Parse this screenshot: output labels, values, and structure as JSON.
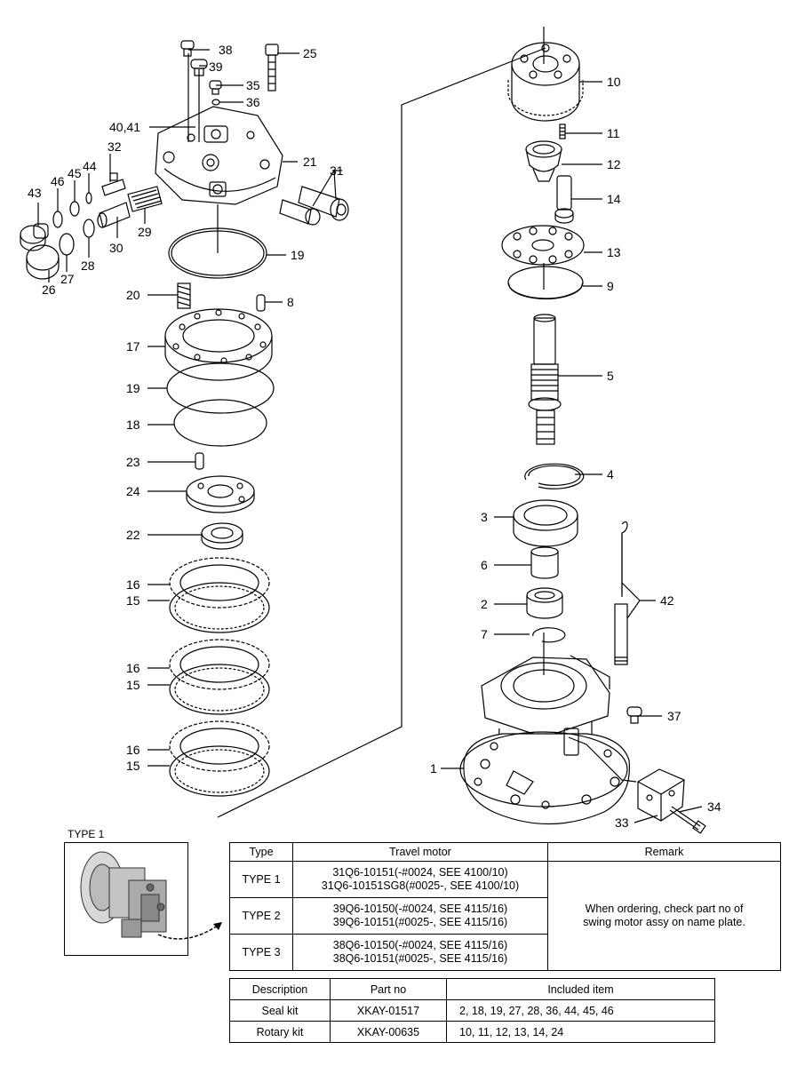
{
  "callouts": [
    "38",
    "39",
    "25",
    "35",
    "36",
    "40,41",
    "32",
    "44",
    "45",
    "46",
    "43",
    "21",
    "31",
    "30",
    "29",
    "28",
    "27",
    "26",
    "19",
    "20",
    "8",
    "17",
    "19",
    "18",
    "23",
    "24",
    "22",
    "16",
    "15",
    "16",
    "15",
    "16",
    "15",
    "10",
    "11",
    "12",
    "14",
    "13",
    "9",
    "5",
    "4",
    "3",
    "6",
    "2",
    "7",
    "42",
    "37",
    "1",
    "34",
    "33"
  ],
  "type_label": "TYPE 1",
  "type_table": {
    "headers": [
      "Type",
      "Travel motor",
      "Remark"
    ],
    "rows": [
      {
        "type": "TYPE 1",
        "motor": [
          "31Q6-10151(-#0024, SEE 4100/10)",
          "31Q6-10151SG8(#0025-, SEE 4100/10)"
        ]
      },
      {
        "type": "TYPE 2",
        "motor": [
          "39Q6-10150(-#0024, SEE 4115/16)",
          "39Q6-10151(#0025-, SEE 4115/16)"
        ]
      },
      {
        "type": "TYPE 3",
        "motor": [
          "38Q6-10150(-#0024, SEE 4115/16)",
          "38Q6-10151(#0025-, SEE 4115/16)"
        ]
      }
    ],
    "remark": [
      "When ordering, check part no of",
      "swing motor assy on name plate."
    ]
  },
  "kit_table": {
    "headers": [
      "Description",
      "Part no",
      "Included item"
    ],
    "rows": [
      {
        "description": "Seal kit",
        "part_no": "XKAY-01517",
        "items": "2, 18, 19, 27, 28, 36, 44, 45, 46"
      },
      {
        "description": "Rotary kit",
        "part_no": "XKAY-00635",
        "items": "10, 11, 12, 13, 14, 24"
      }
    ]
  }
}
